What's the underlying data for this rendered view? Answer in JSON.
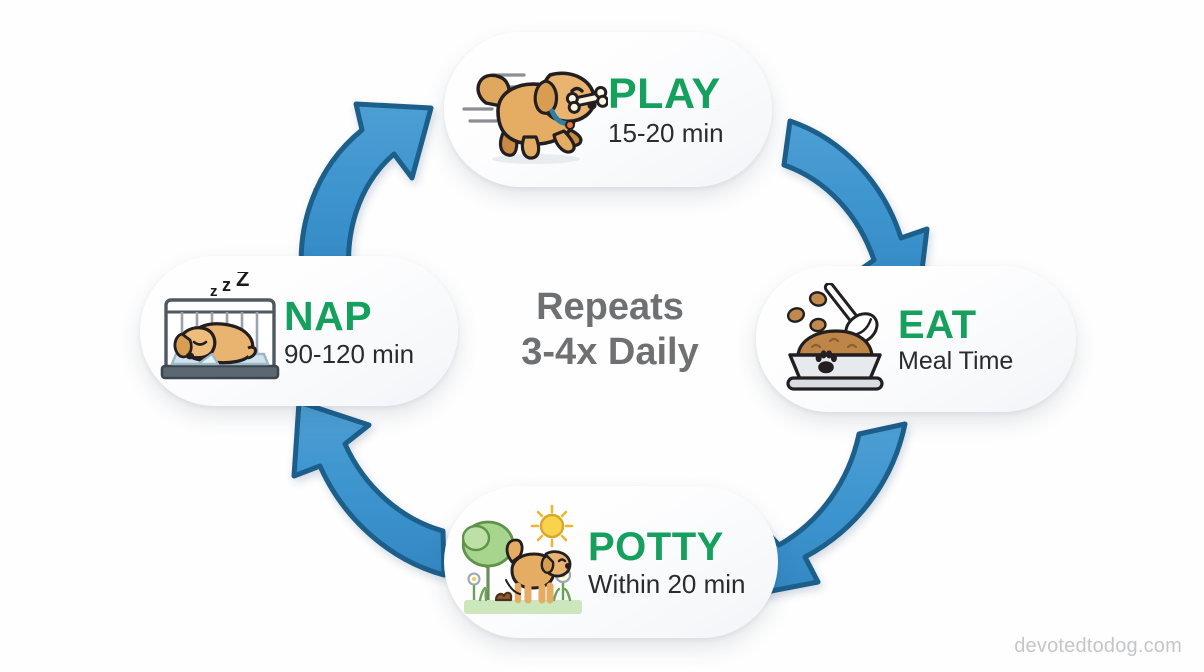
{
  "graphic": {
    "type": "puppy-daily-routine-cycle",
    "center_line_1": "Repeats",
    "center_line_2": "3-4x Daily",
    "watermark": "devotedtodog.com",
    "colors": {
      "title_green": "#15a05d",
      "subtitle_dark": "#2b2b2b",
      "center_gray": "#6f7072",
      "arrow_fill": "#3b93cd",
      "arrow_stroke": "#1f5f8b",
      "card_background": "#ffffff",
      "page_background": "#fefefe",
      "watermark_gray": "#c4c6c8"
    }
  },
  "steps": [
    {
      "id": "play",
      "title": "PLAY",
      "subtitle": "15-20 min",
      "icon": "running-puppy-with-bone-icon",
      "position": "top"
    },
    {
      "id": "eat",
      "title": "EAT",
      "subtitle": "Meal Time",
      "icon": "food-bowl-with-scoop-icon",
      "position": "right"
    },
    {
      "id": "potty",
      "title": "POTTY",
      "subtitle": "Within 20 min",
      "icon": "puppy-outside-with-tree-and-sun-icon",
      "position": "bottom"
    },
    {
      "id": "nap",
      "title": "NAP",
      "subtitle": "90-120 min",
      "icon": "sleeping-puppy-in-crate-icon",
      "position": "left"
    }
  ],
  "arrows": [
    {
      "id": "play-to-eat",
      "from": "PLAY",
      "to": "EAT",
      "direction": "clockwise"
    },
    {
      "id": "eat-to-potty",
      "from": "EAT",
      "to": "POTTY",
      "direction": "clockwise"
    },
    {
      "id": "potty-to-nap",
      "from": "POTTY",
      "to": "NAP",
      "direction": "clockwise"
    },
    {
      "id": "nap-to-play",
      "from": "NAP",
      "to": "PLAY",
      "direction": "clockwise"
    }
  ]
}
